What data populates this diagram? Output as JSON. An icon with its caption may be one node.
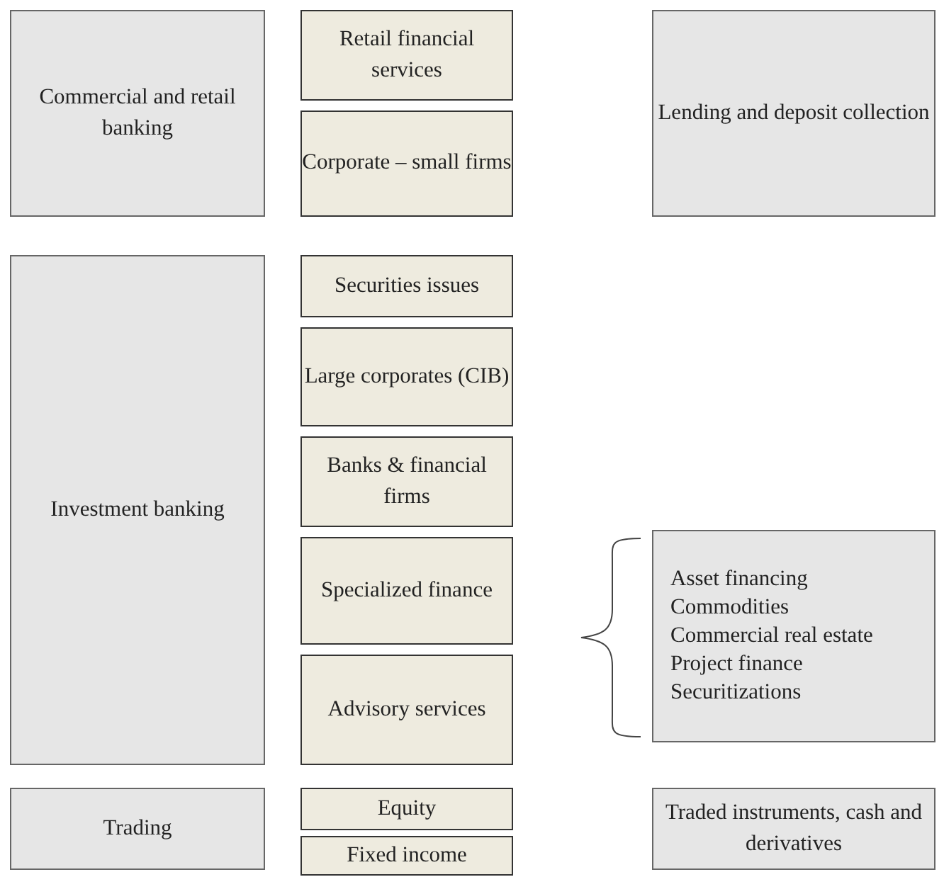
{
  "diagram": {
    "nodes": [
      {
        "text": [
          "Commercial and retail banking"
        ]
      },
      {
        "text": [
          "Retail financial services"
        ]
      },
      {
        "text": [
          "Corporate – small firms"
        ]
      },
      {
        "text": [
          "Lending and deposit collection"
        ]
      },
      {
        "text": [
          "Investment banking"
        ]
      },
      {
        "text": [
          "Securities issues"
        ]
      },
      {
        "text": [
          "Large corporates (CIB)"
        ]
      },
      {
        "text": [
          "Banks & financial firms"
        ]
      },
      {
        "text": [
          "Specialized finance"
        ]
      },
      {
        "text": [
          "Advisory services"
        ]
      },
      {
        "text": [
          "Asset financing",
          "Commodities",
          "Commercial real estate",
          "Project finance",
          "Securitizations"
        ]
      },
      {
        "text": [
          "Trading"
        ]
      },
      {
        "text": [
          "Equity"
        ]
      },
      {
        "text": [
          "Fixed income"
        ]
      },
      {
        "text": [
          "Traded instruments, cash and derivatives"
        ]
      }
    ],
    "edges": []
  }
}
